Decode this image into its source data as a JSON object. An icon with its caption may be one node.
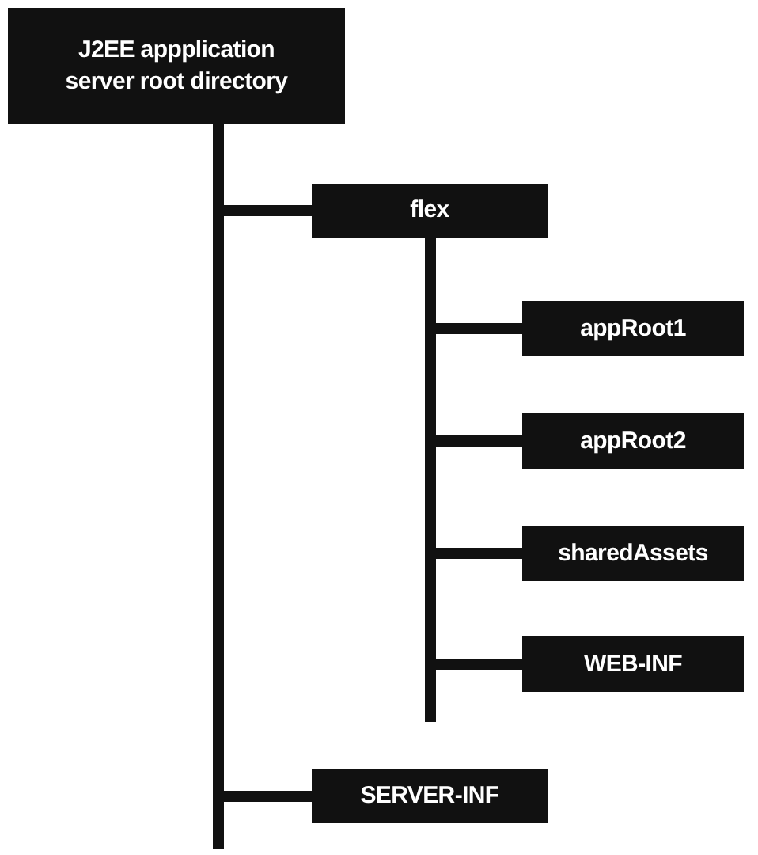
{
  "diagram": {
    "nodes": [
      {
        "text": [
          "J2EE appplication server root directory"
        ]
      },
      {
        "text": [
          "flex"
        ]
      },
      {
        "text": [
          "appRoot1"
        ]
      },
      {
        "text": [
          "appRoot2"
        ]
      },
      {
        "text": [
          "sharedAssets"
        ]
      },
      {
        "text": [
          "WEB-INF"
        ]
      },
      {
        "text": [
          "SERVER-INF"
        ]
      }
    ],
    "edges": [
      {
        "from": 0,
        "to": 1,
        "arrow": "none"
      },
      {
        "from": 1,
        "to": 2,
        "arrow": "none"
      },
      {
        "from": 1,
        "to": 3,
        "arrow": "none"
      },
      {
        "from": 1,
        "to": 4,
        "arrow": "none"
      },
      {
        "from": 1,
        "to": 5,
        "arrow": "none"
      },
      {
        "from": 0,
        "to": 6,
        "arrow": "none"
      }
    ]
  }
}
